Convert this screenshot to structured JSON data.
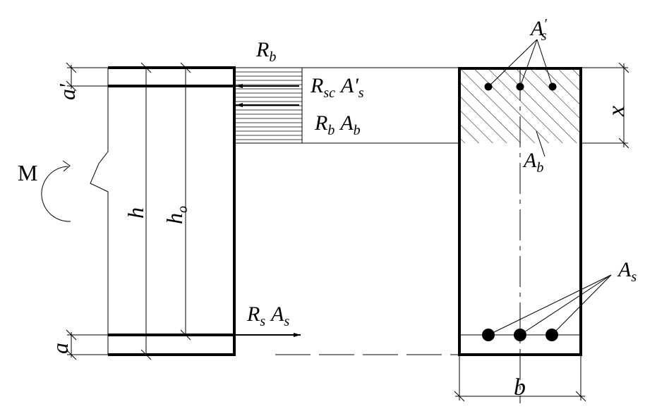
{
  "labels": {
    "Rb_top": {
      "main": "R",
      "sub": "b"
    },
    "Rsc_As": {
      "main": "R",
      "sub": "sc",
      "rest": "A'",
      "rest_sub": "s"
    },
    "Rb_Ab": {
      "main": "R",
      "sub": "b",
      "rest": "A",
      "rest_sub": "b"
    },
    "Rs_As": {
      "main": "R",
      "sub": "s",
      "rest": "A",
      "rest_sub": "s"
    },
    "a_prime": "a'",
    "a": "a",
    "h": "h",
    "ho": {
      "main": "h",
      "sub": "o"
    },
    "M": "M",
    "x": "x",
    "b": "b",
    "A_s_prime": {
      "main": "A",
      "sup": "′",
      "sub": "s"
    },
    "A_b": {
      "main": "A",
      "sub": "b"
    },
    "A_s": {
      "main": "A",
      "sub": "s"
    }
  },
  "colors": {
    "stroke": "#000000",
    "background": "#ffffff"
  }
}
